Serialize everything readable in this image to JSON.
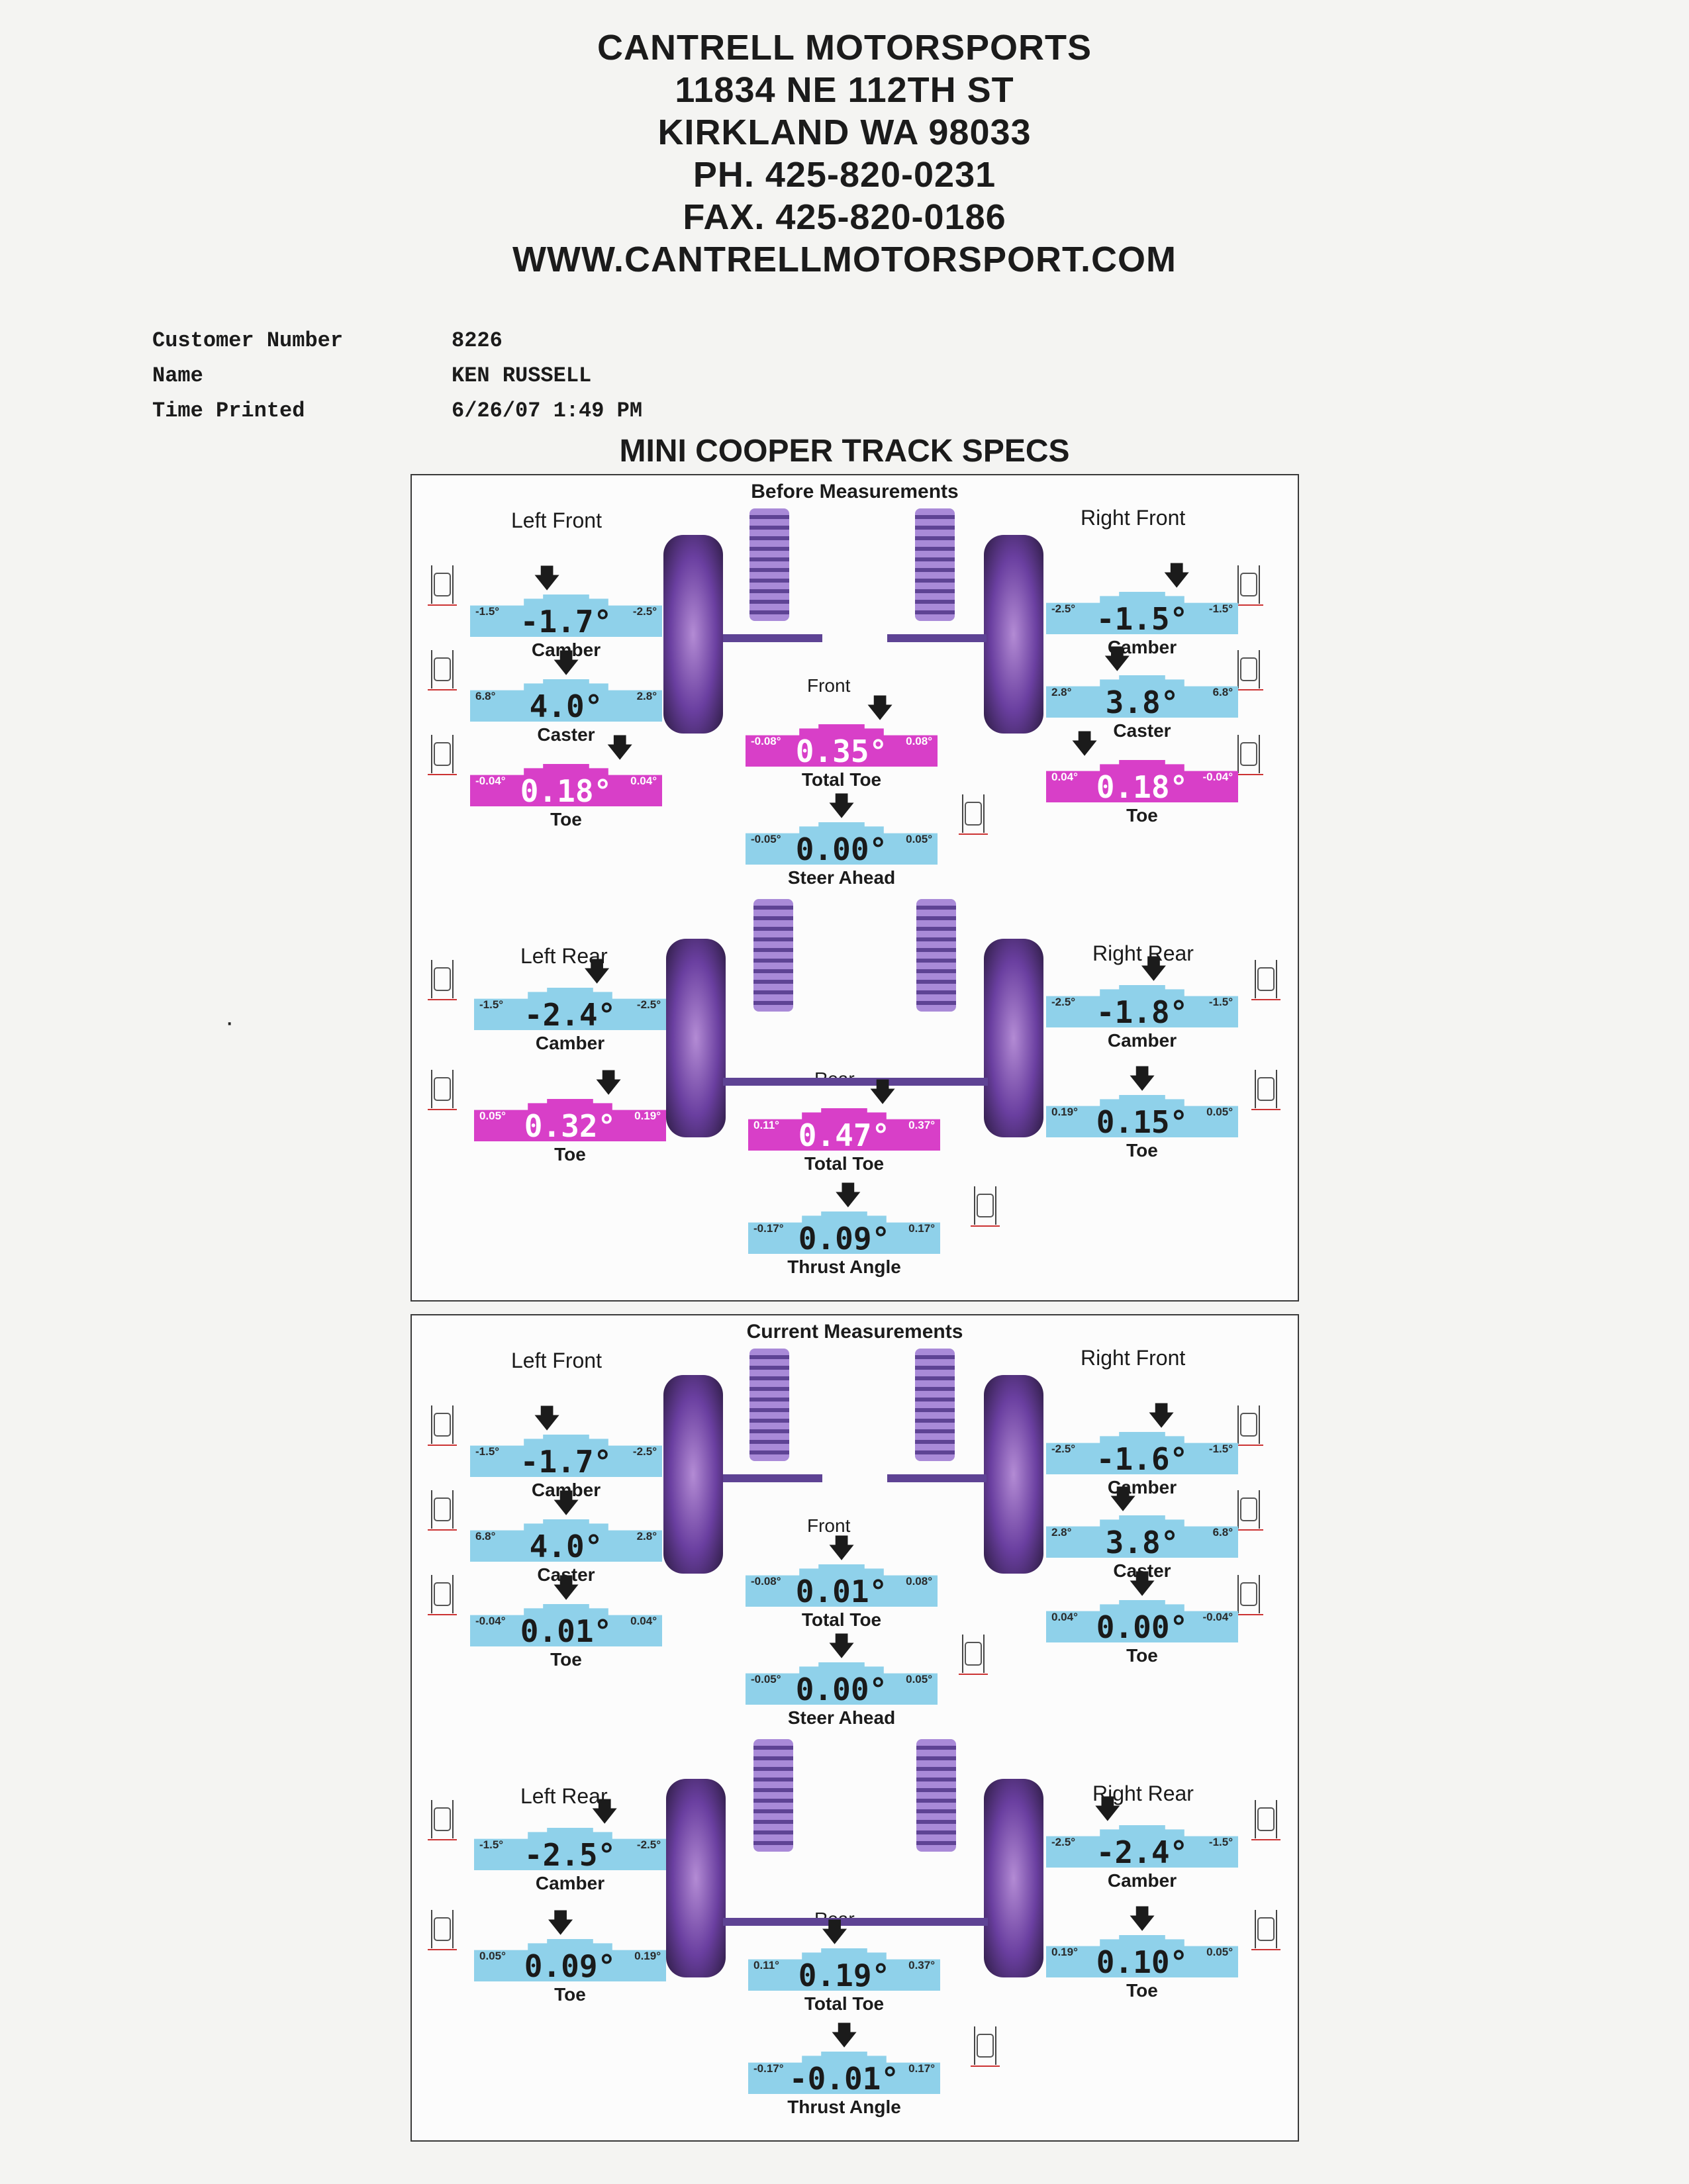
{
  "header": {
    "lines": [
      "CANTRELL MOTORSPORTS",
      "11834 NE 112TH ST",
      "KIRKLAND WA 98033",
      "PH. 425-820-0231",
      "FAX. 425-820-0186",
      "WWW.CANTRELLMOTORSPORT.COM"
    ]
  },
  "info": [
    {
      "label": "Customer Number",
      "value": "8226"
    },
    {
      "label": "Name",
      "value": "KEN RUSSELL"
    },
    {
      "label": "Time Printed",
      "value": "6/26/07 1:49 PM"
    }
  ],
  "doc_title": "MINI COOPER TRACK SPECS",
  "colors": {
    "in_spec": "#8fd1ea",
    "out_of_spec": "#d83fc8"
  },
  "panels": [
    {
      "title": "Before Measurements",
      "labels": {
        "left_front": "Left Front",
        "right_front": "Right Front",
        "front": "Front",
        "left_rear": "Left Rear",
        "right_rear": "Right Rear",
        "rear": "Rear"
      },
      "m": {
        "lf_camber": {
          "min": "-1.5°",
          "max": "-2.5°",
          "value": "-1.7°",
          "label": "Camber",
          "state": "ok",
          "marker": 0.4
        },
        "lf_caster": {
          "min": "6.8°",
          "max": "2.8°",
          "value": "4.0°",
          "label": "Caster",
          "state": "ok",
          "marker": 0.5
        },
        "lf_toe": {
          "min": "-0.04°",
          "max": "0.04°",
          "value": "0.18°",
          "label": "Toe",
          "state": "bad",
          "marker": 0.78
        },
        "rf_camber": {
          "min": "-2.5°",
          "max": "-1.5°",
          "value": "-1.5°",
          "label": "Camber",
          "state": "ok",
          "marker": 0.68
        },
        "rf_caster": {
          "min": "2.8°",
          "max": "6.8°",
          "value": "3.8°",
          "label": "Caster",
          "state": "ok",
          "marker": 0.37
        },
        "rf_toe": {
          "min": "0.04°",
          "max": "-0.04°",
          "value": "0.18°",
          "label": "Toe",
          "state": "bad",
          "marker": 0.2
        },
        "f_total_toe": {
          "min": "-0.08°",
          "max": "0.08°",
          "value": "0.35°",
          "label": "Total Toe",
          "state": "bad",
          "marker": 0.7
        },
        "steer_ahead": {
          "min": "-0.05°",
          "max": "0.05°",
          "value": "0.00°",
          "label": "Steer Ahead",
          "state": "ok",
          "marker": 0.5
        },
        "lr_camber": {
          "min": "-1.5°",
          "max": "-2.5°",
          "value": "-2.4°",
          "label": "Camber",
          "state": "ok",
          "marker": 0.64
        },
        "lr_toe": {
          "min": "0.05°",
          "max": "0.19°",
          "value": "0.32°",
          "label": "Toe",
          "state": "bad",
          "marker": 0.7
        },
        "rr_camber": {
          "min": "-2.5°",
          "max": "-1.5°",
          "value": "-1.8°",
          "label": "Camber",
          "state": "ok",
          "marker": 0.56
        },
        "rr_toe": {
          "min": "0.19°",
          "max": "0.05°",
          "value": "0.15°",
          "label": "Toe",
          "state": "ok",
          "marker": 0.5
        },
        "r_total_toe": {
          "min": "0.11°",
          "max": "0.37°",
          "value": "0.47°",
          "label": "Total Toe",
          "state": "bad",
          "marker": 0.7
        },
        "thrust_angle": {
          "min": "-0.17°",
          "max": "0.17°",
          "value": "0.09°",
          "label": "Thrust Angle",
          "state": "ok",
          "marker": 0.52
        }
      }
    },
    {
      "title": "Current Measurements",
      "labels": {
        "left_front": "Left Front",
        "right_front": "Right Front",
        "front": "Front",
        "left_rear": "Left Rear",
        "right_rear": "Right Rear",
        "rear": "Rear"
      },
      "m": {
        "lf_camber": {
          "min": "-1.5°",
          "max": "-2.5°",
          "value": "-1.7°",
          "label": "Camber",
          "state": "ok",
          "marker": 0.4
        },
        "lf_caster": {
          "min": "6.8°",
          "max": "2.8°",
          "value": "4.0°",
          "label": "Caster",
          "state": "ok",
          "marker": 0.5
        },
        "lf_toe": {
          "min": "-0.04°",
          "max": "0.04°",
          "value": "0.01°",
          "label": "Toe",
          "state": "ok",
          "marker": 0.5
        },
        "rf_camber": {
          "min": "-2.5°",
          "max": "-1.5°",
          "value": "-1.6°",
          "label": "Camber",
          "state": "ok",
          "marker": 0.6
        },
        "rf_caster": {
          "min": "2.8°",
          "max": "6.8°",
          "value": "3.8°",
          "label": "Caster",
          "state": "ok",
          "marker": 0.4
        },
        "rf_toe": {
          "min": "0.04°",
          "max": "-0.04°",
          "value": "0.00°",
          "label": "Toe",
          "state": "ok",
          "marker": 0.5
        },
        "f_total_toe": {
          "min": "-0.08°",
          "max": "0.08°",
          "value": "0.01°",
          "label": "Total Toe",
          "state": "ok",
          "marker": 0.5
        },
        "steer_ahead": {
          "min": "-0.05°",
          "max": "0.05°",
          "value": "0.00°",
          "label": "Steer Ahead",
          "state": "ok",
          "marker": 0.5
        },
        "lr_camber": {
          "min": "-1.5°",
          "max": "-2.5°",
          "value": "-2.5°",
          "label": "Camber",
          "state": "ok",
          "marker": 0.68
        },
        "lr_toe": {
          "min": "0.05°",
          "max": "0.19°",
          "value": "0.09°",
          "label": "Toe",
          "state": "ok",
          "marker": 0.45
        },
        "rr_camber": {
          "min": "-2.5°",
          "max": "-1.5°",
          "value": "-2.4°",
          "label": "Camber",
          "state": "ok",
          "marker": 0.32
        },
        "rr_toe": {
          "min": "0.19°",
          "max": "0.05°",
          "value": "0.10°",
          "label": "Toe",
          "state": "ok",
          "marker": 0.5
        },
        "r_total_toe": {
          "min": "0.11°",
          "max": "0.37°",
          "value": "0.19°",
          "label": "Total Toe",
          "state": "ok",
          "marker": 0.45
        },
        "thrust_angle": {
          "min": "-0.17°",
          "max": "0.17°",
          "value": "-0.01°",
          "label": "Thrust Angle",
          "state": "ok",
          "marker": 0.5
        }
      }
    }
  ]
}
